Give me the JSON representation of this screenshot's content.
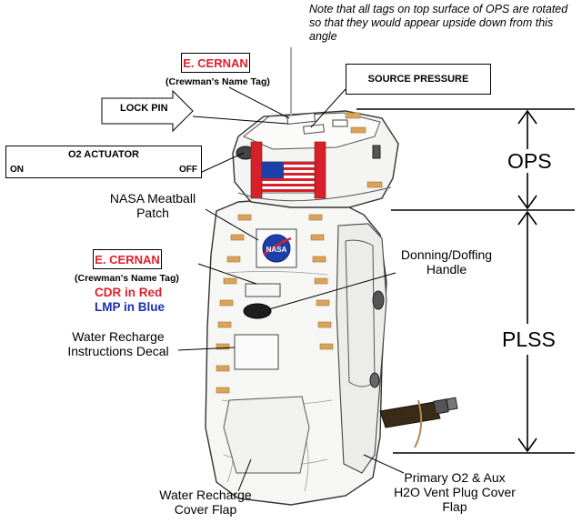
{
  "note": "Note that all tags on top surface of OPS are rotated so that they would appear upside down from this angle",
  "ops_tag": {
    "name": "E. CERNAN",
    "caption": "(Crewman's Name Tag)"
  },
  "source_pressure": "SOURCE PRESSURE",
  "lock_pin": "LOCK PIN",
  "o2_actuator": {
    "title": "O2 ACTUATOR",
    "on": "ON",
    "off": "OFF"
  },
  "meatball": "NASA Meatball Patch",
  "plss_tag": {
    "name": "E. CERNAN",
    "caption": "(Crewman's Name Tag)",
    "cdr": "CDR in Red",
    "lmp": "LMP in Blue"
  },
  "donning": "Donning/Doffing Handle",
  "water_decal": "Water Recharge Instructions Decal",
  "water_flap": "Water Recharge Cover Flap",
  "vent_flap": "Primary O2 & Aux H2O Vent Plug Cover Flap",
  "ops_dim": "OPS",
  "plss_dim": "PLSS",
  "colors": {
    "tag_red": "#e0202c",
    "lmp_blue": "#1a2fb0",
    "strap_tan": "#d8a35a",
    "flag_blue": "#1c3fa8",
    "flag_red": "#d8202a"
  }
}
